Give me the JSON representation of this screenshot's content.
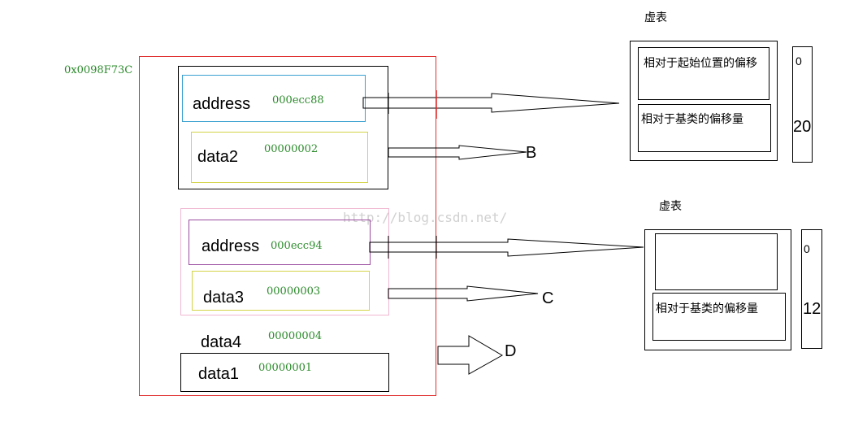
{
  "object_address": "0x0098F73C",
  "watermark": "http://blog.csdn.net/",
  "sub_b": {
    "address_label": "address",
    "address_value": "000ecc88",
    "data_label": "data2",
    "data_value": "00000002",
    "arrow_target": "B"
  },
  "sub_c": {
    "address_label": "address",
    "address_value": "000ecc94",
    "data_label": "data3",
    "data_value": "00000003",
    "arrow_target": "C"
  },
  "derived": {
    "data4_label": "data4",
    "data4_value": "00000004",
    "data1_label": "data1",
    "data1_value": "00000001",
    "arrow_target": "D"
  },
  "vtable_1": {
    "title": "虚表",
    "entry1": "相对于起始位置的偏移",
    "entry2": "相对于基类的偏移量",
    "offset_start": "0",
    "offset_base": "20"
  },
  "vtable_2": {
    "title": "虚表",
    "entry1": "",
    "entry2": "相对于基类的偏移量",
    "offset_start": "0",
    "offset_base": "12"
  }
}
